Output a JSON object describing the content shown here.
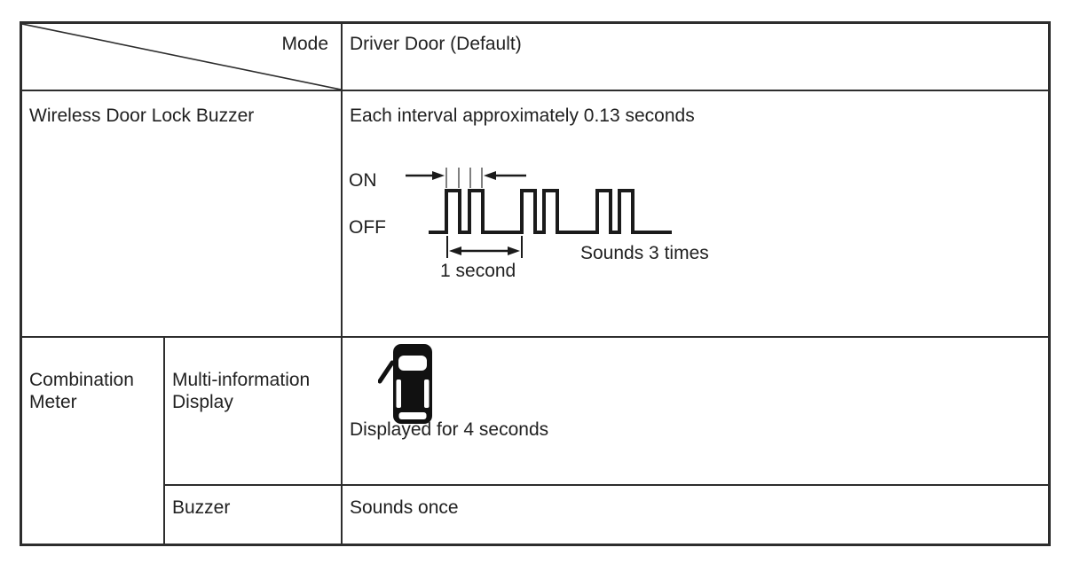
{
  "table": {
    "header": {
      "corner_label": "Mode",
      "mode_value": "Driver Door (Default)"
    },
    "wireless_row": {
      "label": "Wireless Door Lock Buzzer",
      "description": "Each interval approximately 0.13 seconds",
      "waveform": {
        "on_label": "ON",
        "off_label": "OFF",
        "interval_label": "1 second",
        "sounds_label": "Sounds 3 times"
      }
    },
    "combination_row": {
      "label": "Combination\nMeter",
      "sub_rows": [
        {
          "label": "Multi-information\nDisplay",
          "value": "Displayed for 4 seconds",
          "icon": "car-door-open-icon"
        },
        {
          "label": "Buzzer",
          "value": "Sounds once"
        }
      ]
    },
    "colors": {
      "border": "#2d2d2d",
      "text": "#212121",
      "waveform_stroke": "#1b1b1b",
      "tick_gray": "#808080",
      "background": "#ffffff"
    }
  }
}
